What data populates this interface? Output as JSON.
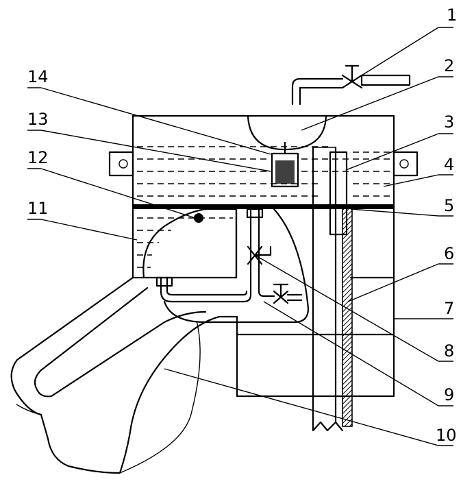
{
  "labels": [
    "1",
    "2",
    "3",
    "4",
    "5",
    "6",
    "7",
    "8",
    "9",
    "10",
    "11",
    "12",
    "13",
    "14"
  ],
  "colors": {
    "line": "#000000",
    "background": "#ffffff"
  }
}
